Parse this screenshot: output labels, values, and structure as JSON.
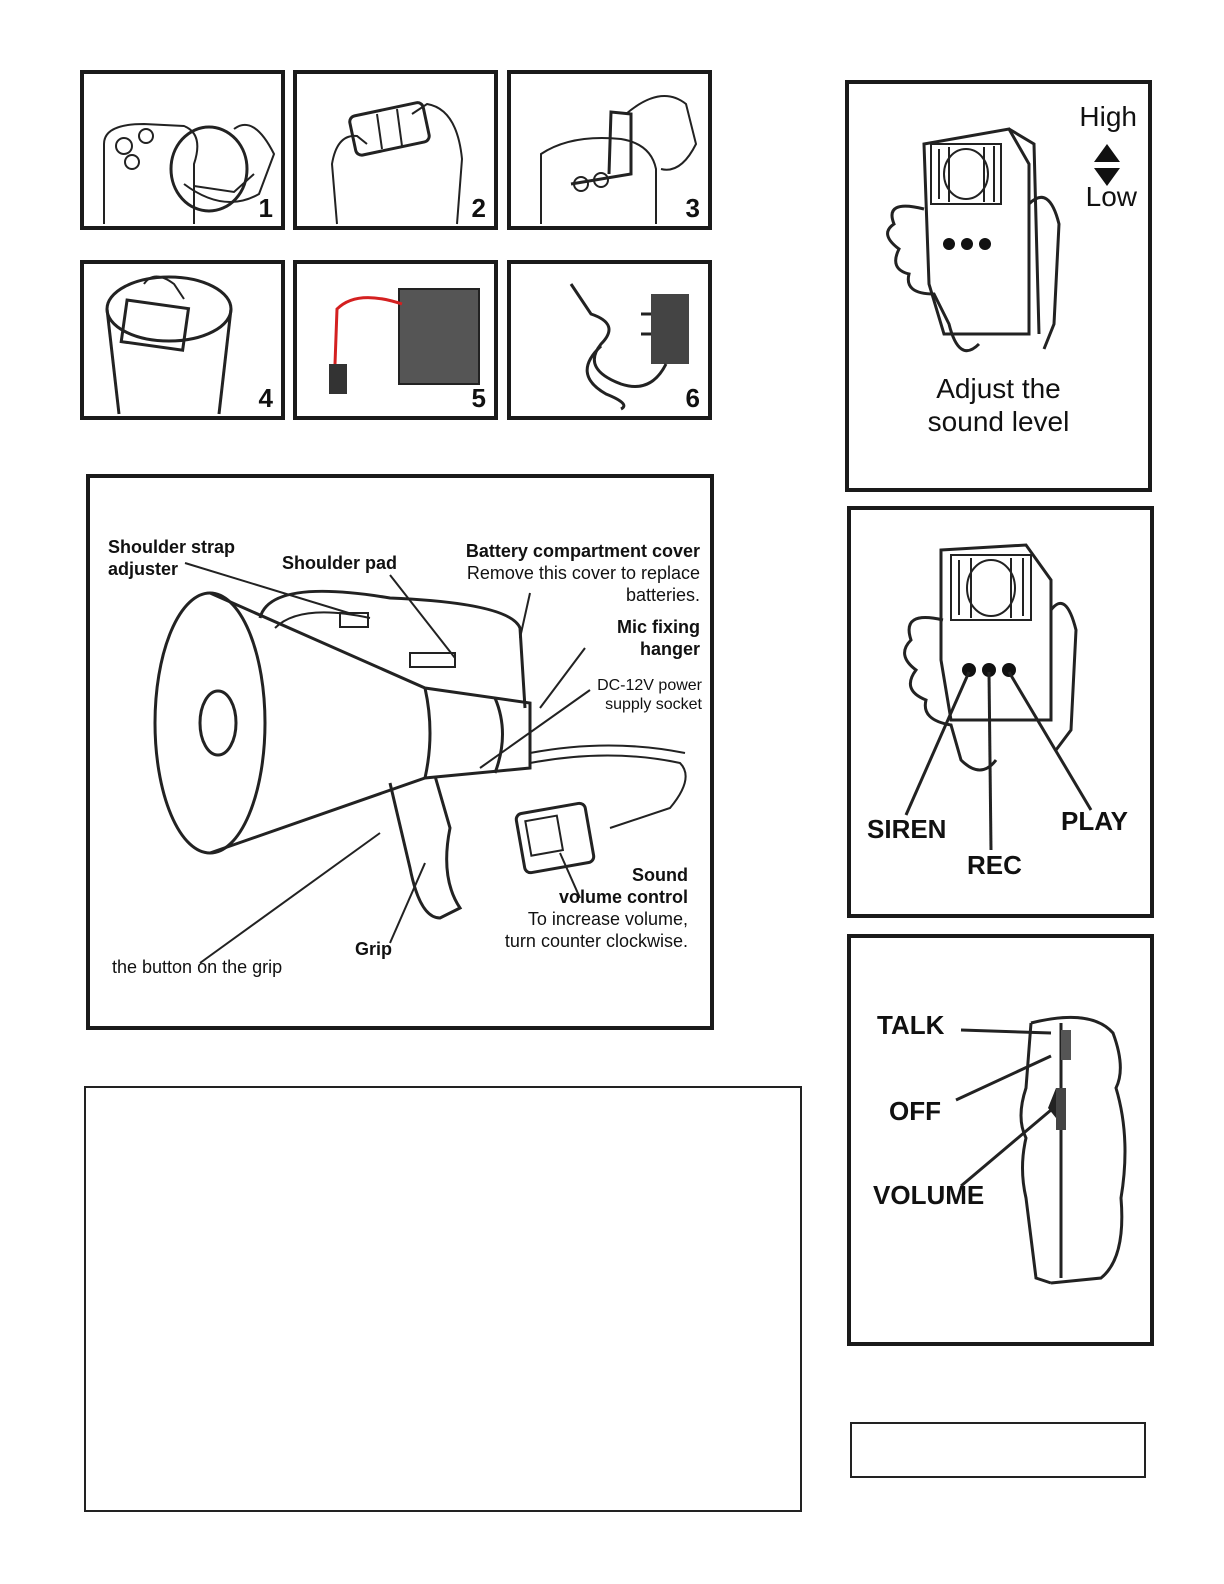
{
  "steps": {
    "numbers": [
      "1",
      "2",
      "3",
      "4",
      "5",
      "6"
    ]
  },
  "megaphone": {
    "shoulder_strap_adjuster": "Shoulder strap\nadjuster",
    "shoulder_pad": "Shoulder pad",
    "battery_cover_title": "Battery compartment cover",
    "battery_cover_desc": "Remove this cover to replace\nbatteries.",
    "mic_fixing_hanger": "Mic fixing\nhanger",
    "dc_socket": "DC-12V power\nsupply socket",
    "sound_volume_control": "Sound\nvolume control",
    "volume_desc": "To increase volume,\nturn counter clockwise.",
    "grip": "Grip",
    "grip_button": "the button on the grip"
  },
  "sound_level": {
    "high": "High",
    "low": "Low",
    "caption": "Adjust the\nsound level"
  },
  "mic_buttons": {
    "siren": "SIREN",
    "rec": "REC",
    "play": "PLAY"
  },
  "side_controls": {
    "talk": "TALK",
    "off": "OFF",
    "volume": "VOLUME"
  }
}
